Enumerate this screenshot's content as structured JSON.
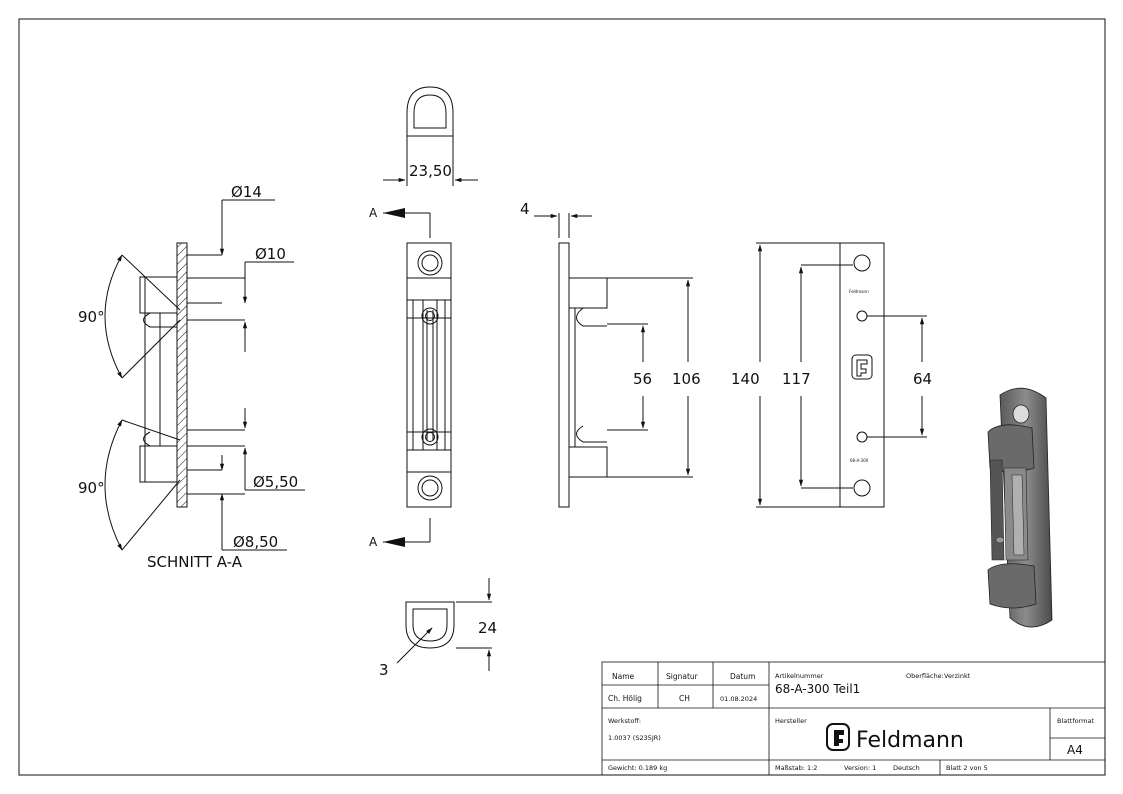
{
  "views": {
    "section_label": "SCHNITT A-A",
    "section_marker": "A"
  },
  "dimensions": {
    "d14": "Ø14",
    "d10": "Ø10",
    "d5_50": "Ø5,50",
    "d8_50": "Ø8,50",
    "angle_top": "90°",
    "angle_bottom": "90°",
    "width_23_50": "23,50",
    "thickness_4": "4",
    "span_56": "56",
    "span_106": "106",
    "length_140": "140",
    "span_117": "117",
    "span_64": "64",
    "depth_24": "24",
    "radius_3": "3"
  },
  "part_marks": {
    "top_mark": "Feldmann",
    "bottom_mark": "68-A-300"
  },
  "title_block": {
    "name_label": "Name",
    "signature_label": "Signatur",
    "date_label": "Datum",
    "name_value": "Ch. Hölig",
    "signature_value": "CH",
    "date_value": "01.08.2024",
    "article_label": "Artikelnummer",
    "surface_label": "Oberfläche:",
    "surface_value": "Verzinkt",
    "article_value": "68-A-300 Teil1",
    "material_label": "Werkstoff:",
    "material_value": "1.0037 (S235JR)",
    "manufacturer_label": "Hersteller",
    "company_name": "Feldmann",
    "sheet_format_label": "Blattformat",
    "sheet_format_value": "A4",
    "weight": "Gewicht: 0.189 kg",
    "scale": "Maßstab: 1:2",
    "version": "Version: 1",
    "language": "Deutsch",
    "sheet_number": "Blatt 2 von 5"
  },
  "colors": {
    "line": "#111111",
    "render_dark": "#4a4a4a",
    "render_mid": "#7a7a7a",
    "render_light": "#a8a8a8"
  }
}
